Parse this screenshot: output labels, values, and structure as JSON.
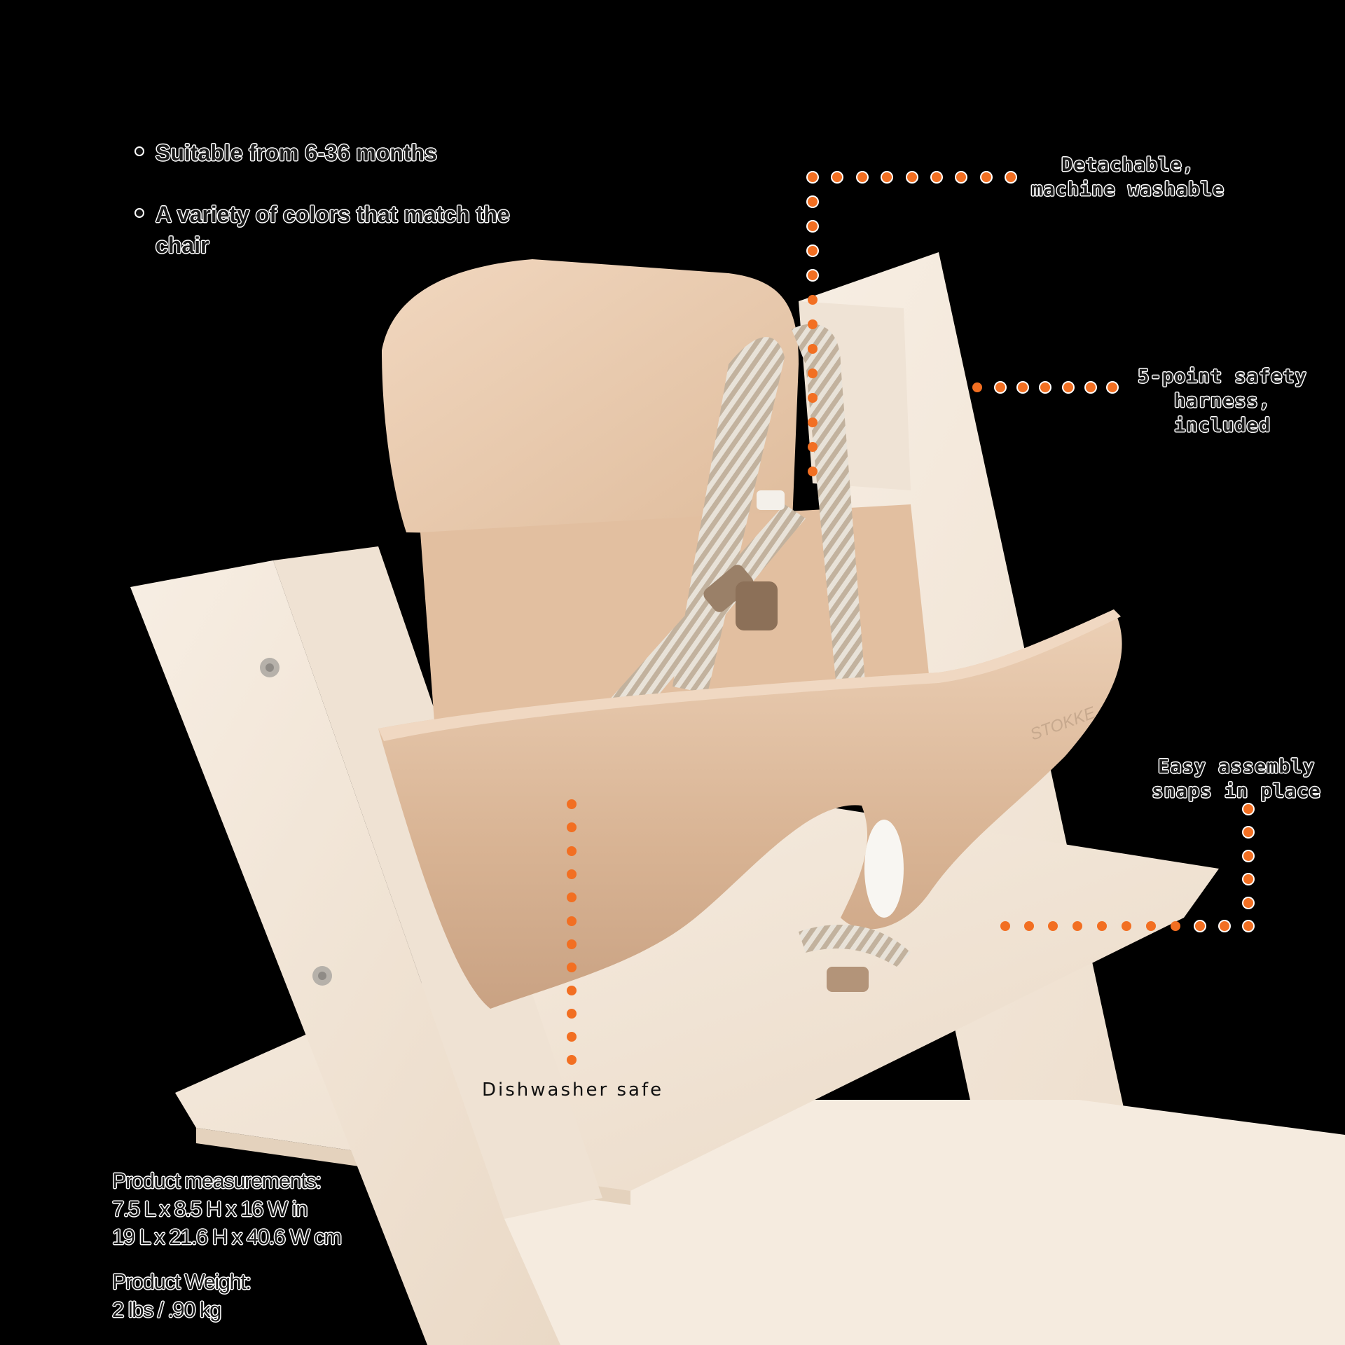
{
  "features": [
    {
      "label": "Suitable from 6-36 months"
    },
    {
      "label": "A variety of colors that match the chair"
    }
  ],
  "callouts": {
    "detachable": {
      "line1": "Detachable,",
      "line2": "machine washable"
    },
    "harness": {
      "line1": "5-point safety",
      "line2": "harness, included"
    },
    "assembly": {
      "line1": "Easy assembly",
      "line2": "snaps in place"
    },
    "dishwasher": {
      "label": "Dishwasher safe"
    }
  },
  "specs": {
    "measurements_title": "Product measurements:",
    "measurements_in": "7.5 L x 8.5 H x 16 W in",
    "measurements_cm": "19 L x 21.6 H x 40.6 W cm",
    "weight_title": "Product Weight:",
    "weight_value": "2 lbs / .90 kg"
  },
  "product": {
    "brand_mark": "STOKKE",
    "colors": {
      "background": "#000000",
      "accent_dots": "#f26f22",
      "seat_shell": "#dcb89a",
      "chair_wood": "#f3e7da",
      "strap": "#cdbfae"
    }
  }
}
